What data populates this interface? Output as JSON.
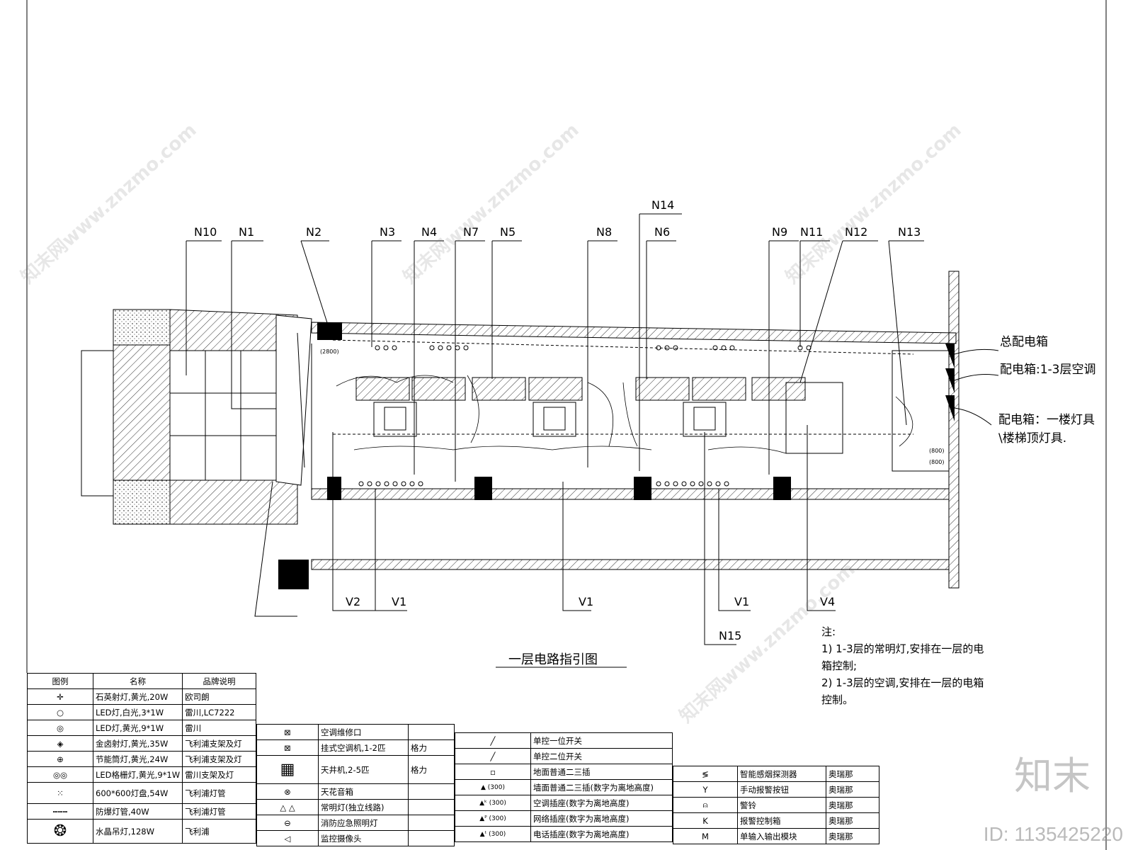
{
  "drawing": {
    "title": "一层电路指引图",
    "circuits_top": [
      "N10",
      "N1",
      "N2",
      "N3",
      "N4",
      "N7",
      "N5",
      "N8",
      "N14",
      "N6",
      "N9",
      "N11",
      "N12",
      "N13"
    ],
    "circuits_bottom": [
      "V2",
      "V1",
      "V1",
      "V1",
      "N15",
      "V4"
    ],
    "dimensions": [
      "(2800)",
      "(800)",
      "(800)"
    ],
    "side_labels": [
      "总配电箱",
      "配电箱:1-3层空调",
      "配电箱：一楼灯具\\楼梯顶灯具."
    ],
    "notes_title": "注:",
    "notes": [
      "1) 1-3层的常明灯,安排在一层的电箱控制;",
      "2) 1-3层的空调,安排在一层的电箱控制。"
    ]
  },
  "legend1": {
    "headers": [
      "图例",
      "名称",
      "品牌说明"
    ],
    "rows": [
      {
        "icon": "quartz-spotlight-icon",
        "glyph": "✛",
        "name": "石英射灯,黄光,20W",
        "brand": "欧司朗"
      },
      {
        "icon": "led-white-icon",
        "glyph": "○",
        "name": "LED灯,白光,3*1W",
        "brand": "雷川,LC7222"
      },
      {
        "icon": "led-yellow-icon",
        "glyph": "◎",
        "name": "LED灯,黄光,9*1W",
        "brand": "雷川"
      },
      {
        "icon": "metal-halide-icon",
        "glyph": "◈",
        "name": "金卤射灯,黄光,35W",
        "brand": "飞利浦支架及灯"
      },
      {
        "icon": "downlight-icon",
        "glyph": "⊕",
        "name": "节能筒灯,黄光,24W",
        "brand": "飞利浦支架及灯"
      },
      {
        "icon": "led-grille-icon",
        "glyph": "◎◎",
        "name": "LED格栅灯,黄光,9*1W",
        "brand": "雷川支架及灯"
      },
      {
        "icon": "panel-light-icon",
        "glyph": "⁙",
        "name": "600*600灯盘,54W",
        "brand": "飞利浦灯管"
      },
      {
        "icon": "explosion-proof-tube-icon",
        "glyph": "┅┅┅",
        "name": "防爆灯管,40W",
        "brand": "飞利浦灯管"
      },
      {
        "icon": "crystal-chandelier-icon",
        "glyph": "❂",
        "name": "水晶吊灯,128W",
        "brand": "飞利浦"
      }
    ]
  },
  "legend2": {
    "rows": [
      {
        "icon": "ac-access-hatch-icon",
        "glyph": "⊠",
        "name": "空调维修口",
        "brand": ""
      },
      {
        "icon": "wall-ac-icon",
        "glyph": "⊠",
        "name": "挂式空调机,1-2匹",
        "brand": "格力"
      },
      {
        "icon": "ceiling-cassette-ac-icon",
        "glyph": "▦",
        "name": "天井机,2-5匹",
        "brand": "格力"
      },
      {
        "icon": "ceiling-speaker-icon",
        "glyph": "⊗",
        "name": "天花音箱",
        "brand": ""
      },
      {
        "icon": "always-on-light-icon",
        "glyph": "△ △",
        "name": "常明灯(独立线路)",
        "brand": ""
      },
      {
        "icon": "emergency-light-icon",
        "glyph": "⊖",
        "name": "消防应急照明灯",
        "brand": ""
      },
      {
        "icon": "camera-icon",
        "glyph": "◁",
        "name": "监控摄像头",
        "brand": ""
      }
    ]
  },
  "legend3": {
    "rows": [
      {
        "icon": "single-switch-icon",
        "glyph": "╱",
        "name": "单控一位开关"
      },
      {
        "icon": "double-switch-icon",
        "glyph": "╱",
        "name": "单控二位开关"
      },
      {
        "icon": "floor-socket-icon",
        "glyph": "▫",
        "name": "地面普通二三插"
      },
      {
        "icon": "wall-socket-icon",
        "glyph": "▲ (300)",
        "name": "墙面普通二三插(数字为离地高度)"
      },
      {
        "icon": "ac-socket-icon",
        "glyph": "▲ᵏ (300)",
        "name": "空调插座(数字为离地高度)"
      },
      {
        "icon": "network-socket-icon",
        "glyph": "▲ᴾ (300)",
        "name": "网络插座(数字为离地高度)"
      },
      {
        "icon": "phone-socket-icon",
        "glyph": "▲ᵗ (300)",
        "name": "电话插座(数字为离地高度)"
      }
    ]
  },
  "legend4": {
    "rows": [
      {
        "icon": "smoke-detector-icon",
        "glyph": "≶",
        "name": "智能感烟探测器",
        "brand": "奥瑞那"
      },
      {
        "icon": "manual-alarm-button-icon",
        "glyph": "Y",
        "name": "手动报警按钮",
        "brand": "奥瑞那"
      },
      {
        "icon": "alarm-bell-icon",
        "glyph": "⍝",
        "name": "警铃",
        "brand": "奥瑞那"
      },
      {
        "icon": "alarm-control-box-icon",
        "glyph": "K",
        "name": "报警控制箱",
        "brand": "奥瑞那"
      },
      {
        "icon": "io-module-icon",
        "glyph": "M",
        "name": "单输入输出模块",
        "brand": "奥瑞那"
      }
    ]
  },
  "watermark": {
    "text": "知末网www.znzmo.com",
    "brand": "知末",
    "id": "ID: 1135425220"
  }
}
